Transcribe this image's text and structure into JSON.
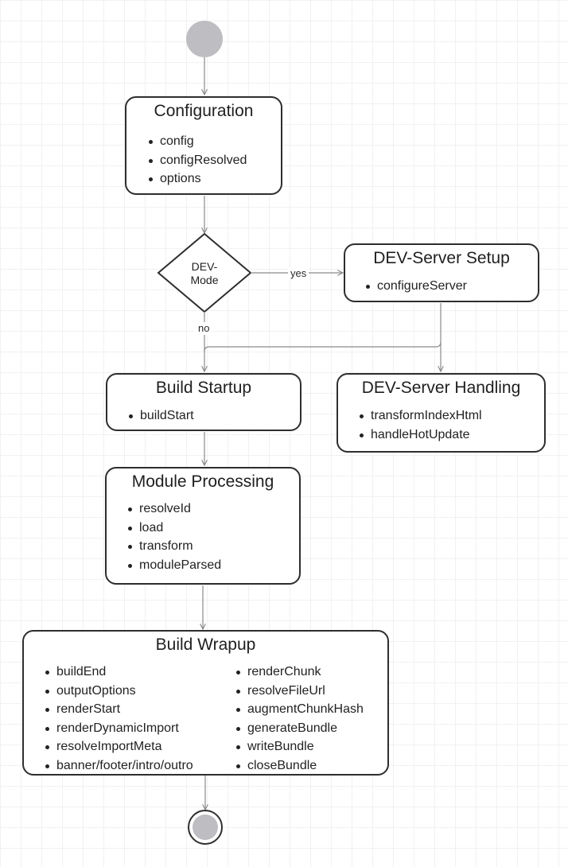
{
  "nodes": {
    "configuration": {
      "title": "Configuration",
      "items": [
        "config",
        "configResolved",
        "options"
      ]
    },
    "decision": {
      "label_line1": "DEV-",
      "label_line2": "Mode"
    },
    "dev_server_setup": {
      "title": "DEV-Server Setup",
      "items": [
        "configureServer"
      ]
    },
    "build_startup": {
      "title": "Build Startup",
      "items": [
        "buildStart"
      ]
    },
    "dev_server_handling": {
      "title": "DEV-Server Handling",
      "items": [
        "transformIndexHtml",
        "handleHotUpdate"
      ]
    },
    "module_processing": {
      "title": "Module Processing",
      "items": [
        "resolveId",
        "load",
        "transform",
        "moduleParsed"
      ]
    },
    "build_wrapup": {
      "title": "Build Wrapup",
      "items_left": [
        "buildEnd",
        "outputOptions",
        "renderStart",
        "renderDynamicImport",
        "resolveImportMeta",
        "banner/footer/intro/outro"
      ],
      "items_right": [
        "renderChunk",
        "resolveFileUrl",
        "augmentChunkHash",
        "generateBundle",
        "writeBundle",
        "closeBundle"
      ]
    }
  },
  "edge_labels": {
    "yes": "yes",
    "no": "no"
  },
  "colors": {
    "stroke": "#2e2e2e",
    "edge": "#8a8a8a",
    "terminal_fill": "#bdbdc2",
    "grid": "#f1f1f1"
  }
}
